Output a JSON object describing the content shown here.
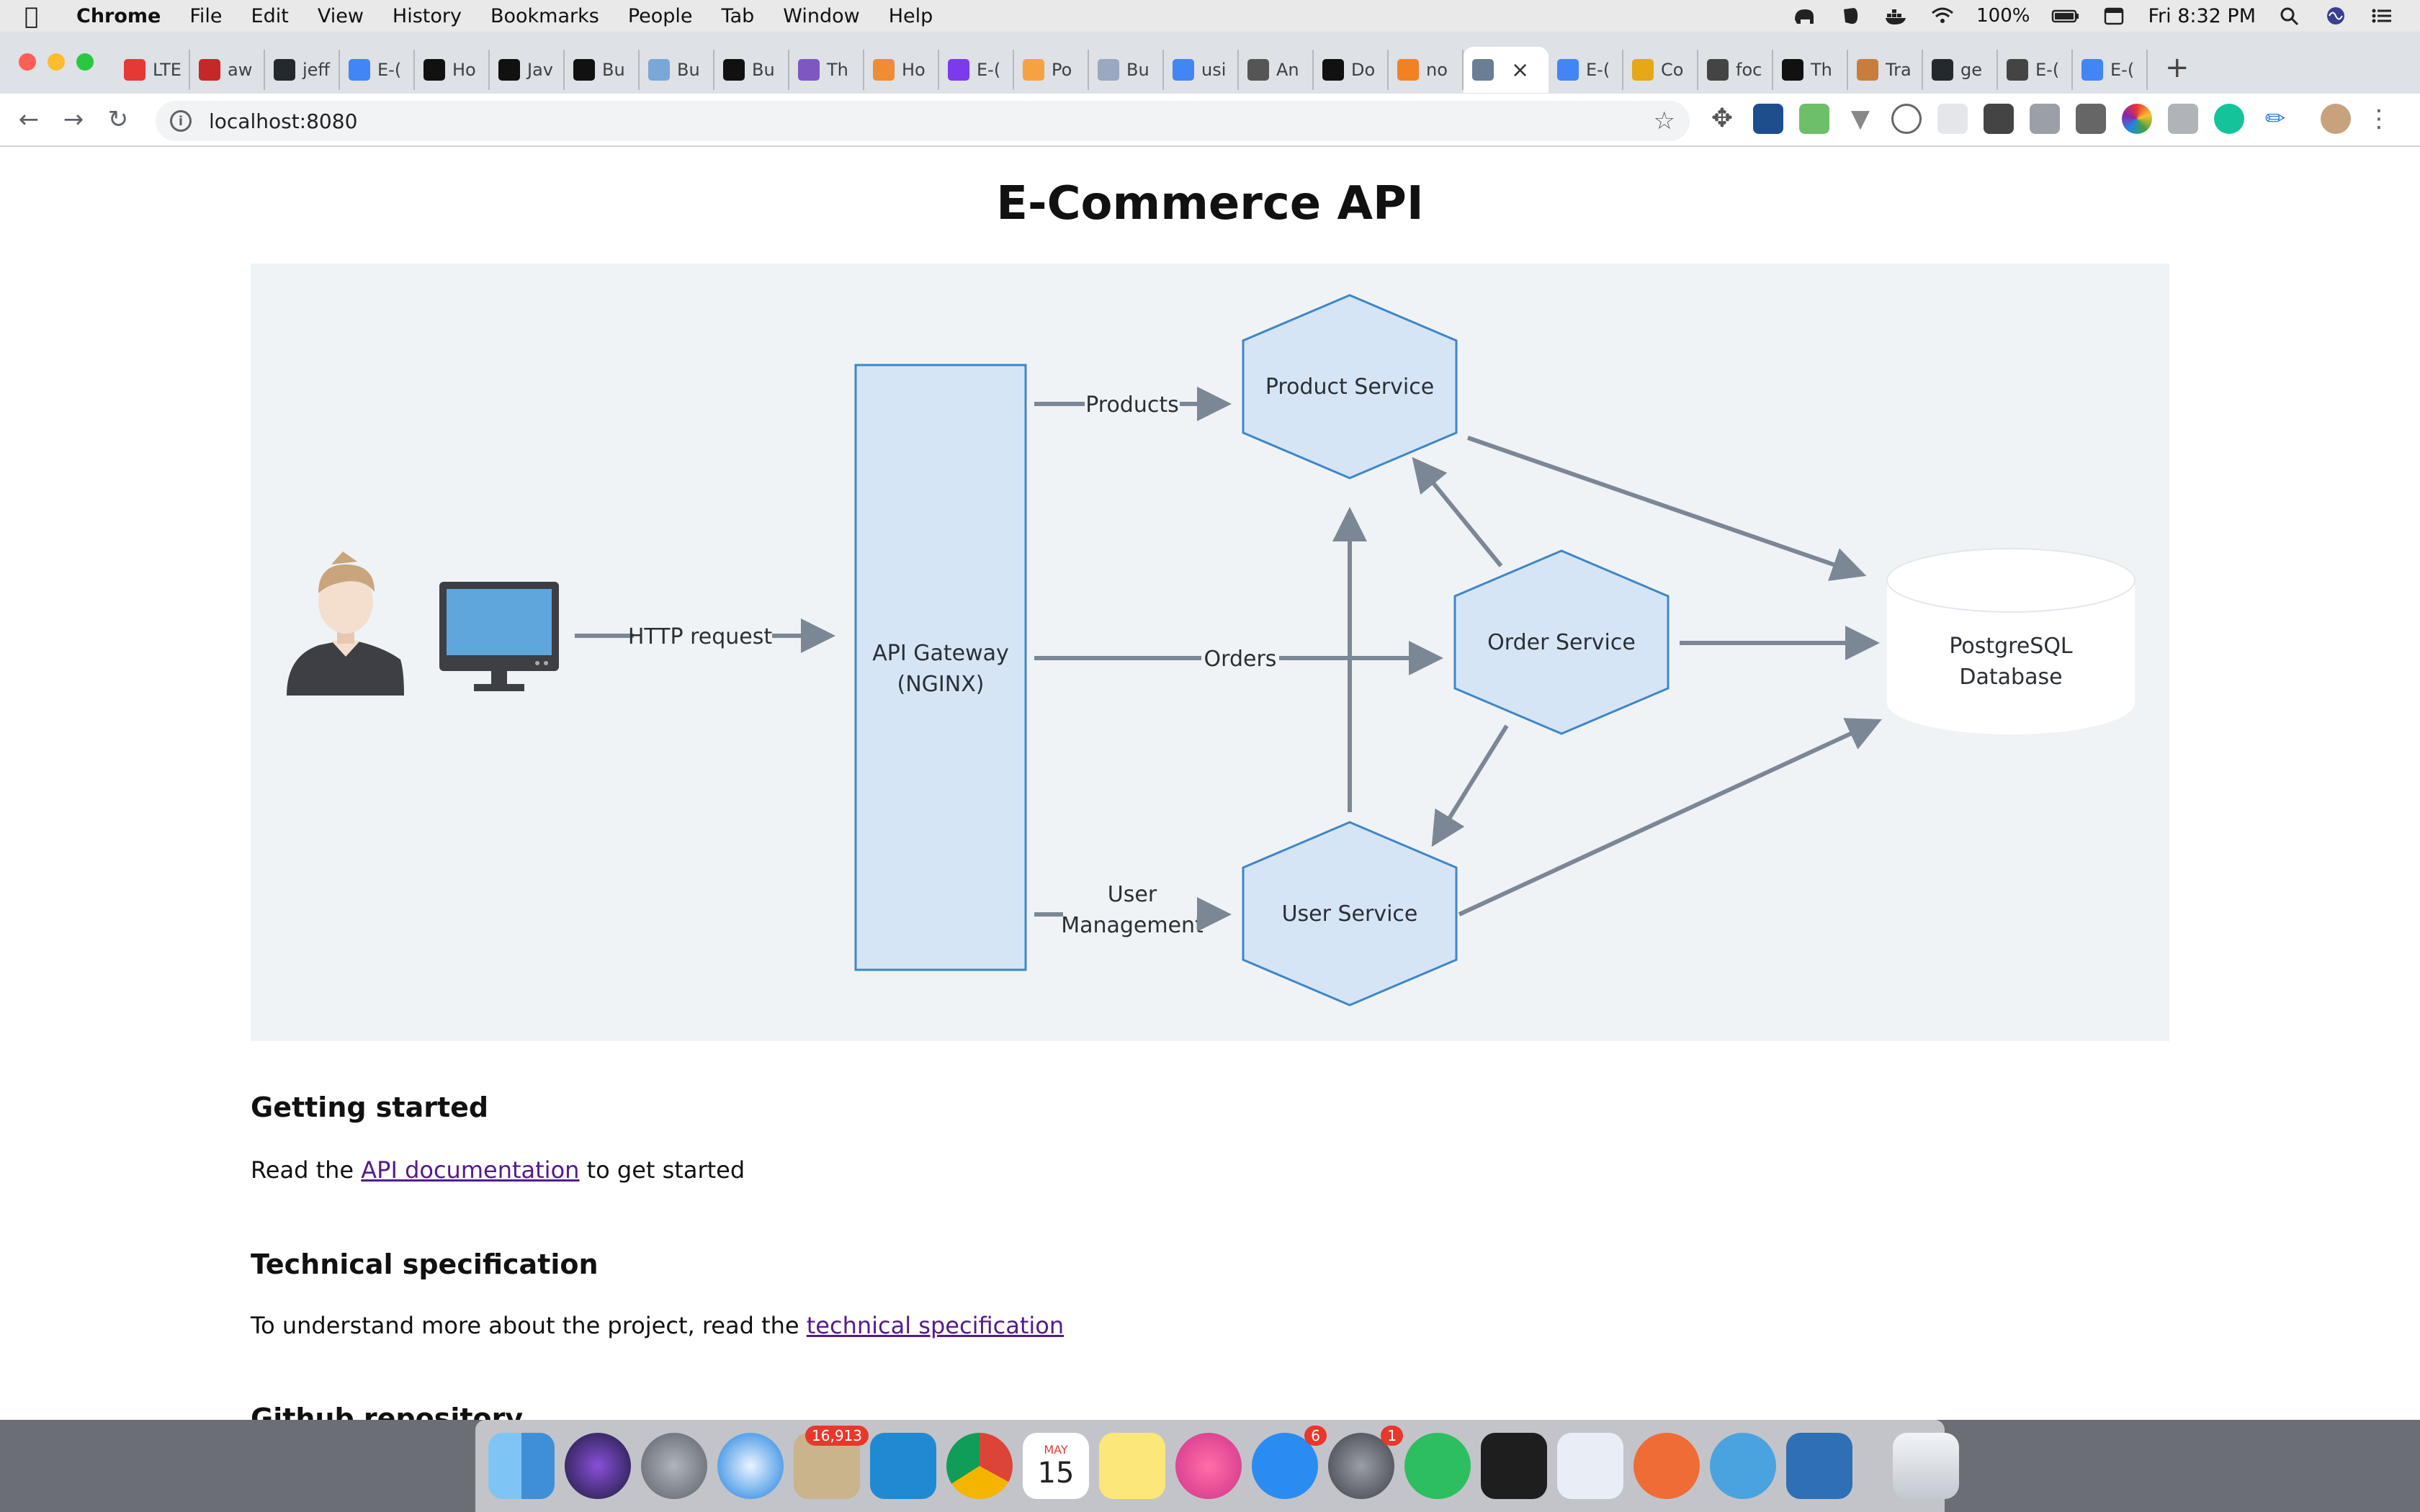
{
  "menubar": {
    "app": "Chrome",
    "items": [
      "File",
      "Edit",
      "View",
      "History",
      "Bookmarks",
      "People",
      "Tab",
      "Window",
      "Help"
    ],
    "battery": "100%",
    "clock": "Fri 8:32 PM"
  },
  "tabs": [
    {
      "label": "LTE",
      "color": "#e53935"
    },
    {
      "label": "aw",
      "color": "#c62828"
    },
    {
      "label": "jeff",
      "color": "#24292e"
    },
    {
      "label": "E-(",
      "color": "#4285f4"
    },
    {
      "label": "Ho",
      "color": "#111111"
    },
    {
      "label": "Jav",
      "color": "#111111"
    },
    {
      "label": "Bu",
      "color": "#111111"
    },
    {
      "label": "Bu",
      "color": "#7aa7d8"
    },
    {
      "label": "Bu",
      "color": "#111111"
    },
    {
      "label": "Th",
      "color": "#7e57c2"
    },
    {
      "label": "Ho",
      "color": "#ef8c34"
    },
    {
      "label": "E-(",
      "color": "#7c3aed"
    },
    {
      "label": "Po",
      "color": "#f4a340"
    },
    {
      "label": "Bu",
      "color": "#9aa8c0"
    },
    {
      "label": "usi",
      "color": "#4285f4"
    },
    {
      "label": "An",
      "color": "#555555"
    },
    {
      "label": "Do",
      "color": "#111111"
    },
    {
      "label": "no",
      "color": "#f48024"
    },
    {
      "label": "",
      "color": "#6a7f96",
      "active": true
    },
    {
      "label": "E-(",
      "color": "#4285f4"
    },
    {
      "label": "Co",
      "color": "#e6a817"
    },
    {
      "label": "foc",
      "color": "#444444"
    },
    {
      "label": "Th",
      "color": "#111111"
    },
    {
      "label": "Tra",
      "color": "#c97d3c"
    },
    {
      "label": "ge",
      "color": "#24292e"
    },
    {
      "label": "E-(",
      "color": "#444444"
    },
    {
      "label": "E-(",
      "color": "#4285f4"
    }
  ],
  "toolbar": {
    "url": "localhost:8080"
  },
  "page": {
    "title": "E-Commerce API",
    "diagram": {
      "http_label": "HTTP request",
      "gateway_line1": "API Gateway",
      "gateway_line2": "(NGINX)",
      "products_label": "Products",
      "orders_label": "Orders",
      "user_mgmt_line1": "User",
      "user_mgmt_line2": "Management",
      "product_service": "Product Service",
      "order_service": "Order Service",
      "user_service": "User Service",
      "db_line1": "PostgreSQL",
      "db_line2": "Database"
    },
    "sections": [
      {
        "heading": "Getting started",
        "before": "Read the ",
        "link": "API documentation",
        "after": " to get started"
      },
      {
        "heading": "Technical specification",
        "before": "To understand more about the project, read the ",
        "link": "technical specification",
        "after": ""
      },
      {
        "heading": "Github repository"
      }
    ]
  },
  "dock": {
    "mail_badge": "16,913",
    "appstore_badge": "6",
    "prefs_badge": "1",
    "calendar_month": "MAY",
    "calendar_day": "15"
  }
}
